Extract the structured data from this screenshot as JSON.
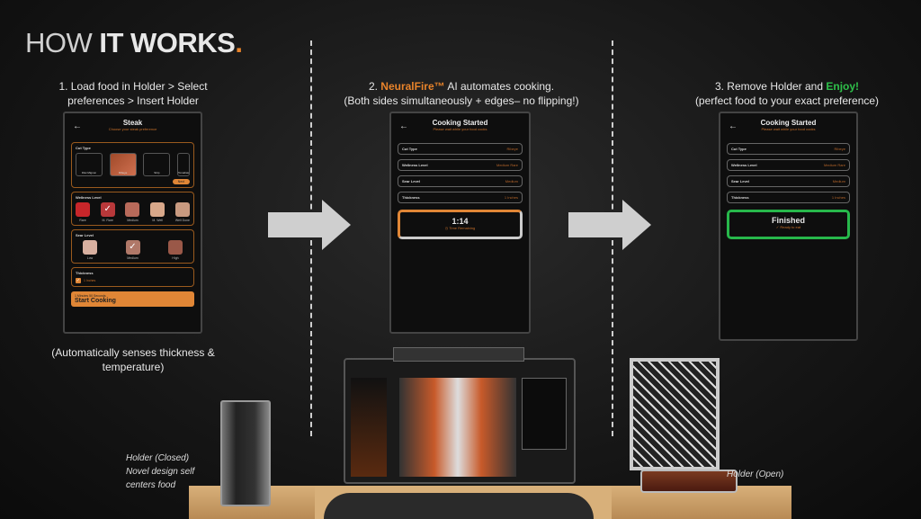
{
  "title": {
    "part1": "HOW ",
    "part2": "IT WORKS",
    "dot": "."
  },
  "steps": [
    {
      "line1": "1. Load food in Holder > Select",
      "line2": "preferences > Insert Holder",
      "caption1": "(Automatically senses thickness &",
      "caption2": "temperature)"
    },
    {
      "num": "2. ",
      "brand": "NeuralFire™",
      "rest": " AI automates cooking.",
      "line2": "(Both sides simultaneously + edges– no flipping!)"
    },
    {
      "pre": "3. Remove Holder and ",
      "enjoy": "Enjoy!",
      "line2": "(perfect food to your exact preference)"
    }
  ],
  "screen1": {
    "title": "Steak",
    "subtitle": "Choose your steak preference",
    "cut_label": "Cut Type",
    "cuts": [
      "Filet Mignon",
      "Ribeye",
      "Strip",
      "Tomahawk"
    ],
    "next": "Next",
    "wellness_label": "Wellness Level",
    "wellness": [
      "Rare",
      "M. Rare",
      "Medium",
      "M. Well",
      "Well Done"
    ],
    "sear_label": "Sear Level",
    "sear": [
      "Low",
      "Medium",
      "High"
    ],
    "thickness_label": "Thickness",
    "thickness": "1 Inches",
    "time": "1 Minutes 50 Seconds",
    "start": "Start Cooking"
  },
  "screen2": {
    "title": "Cooking Started",
    "subtitle": "Please wait while your food cooks",
    "rows": [
      [
        "Cut Type",
        "Ribeye"
      ],
      [
        "Wellness Level",
        "Medium Rare"
      ],
      [
        "Sear Level",
        "Medium"
      ],
      [
        "Thickness",
        "1 Inches"
      ]
    ],
    "timer": "1:14",
    "timer_sub": "Time Remaining",
    "progress": 0.45
  },
  "screen3": {
    "title": "Cooking Started",
    "subtitle": "Please wait while your food cooks",
    "rows": [
      [
        "Cut Type",
        "Ribeye"
      ],
      [
        "Wellness Level",
        "Medium Rare"
      ],
      [
        "Sear Level",
        "Medium"
      ],
      [
        "Thickness",
        "1 Inches"
      ]
    ],
    "status": "Finished",
    "status_sub": "✓ Ready to eat"
  },
  "labels": {
    "closed1": "Holder (Closed)",
    "closed2": "Novel design self",
    "closed3": "centers food",
    "open": "Holder (Open)"
  },
  "colors": {
    "accent": "#e8832a",
    "success": "#27b84b"
  }
}
